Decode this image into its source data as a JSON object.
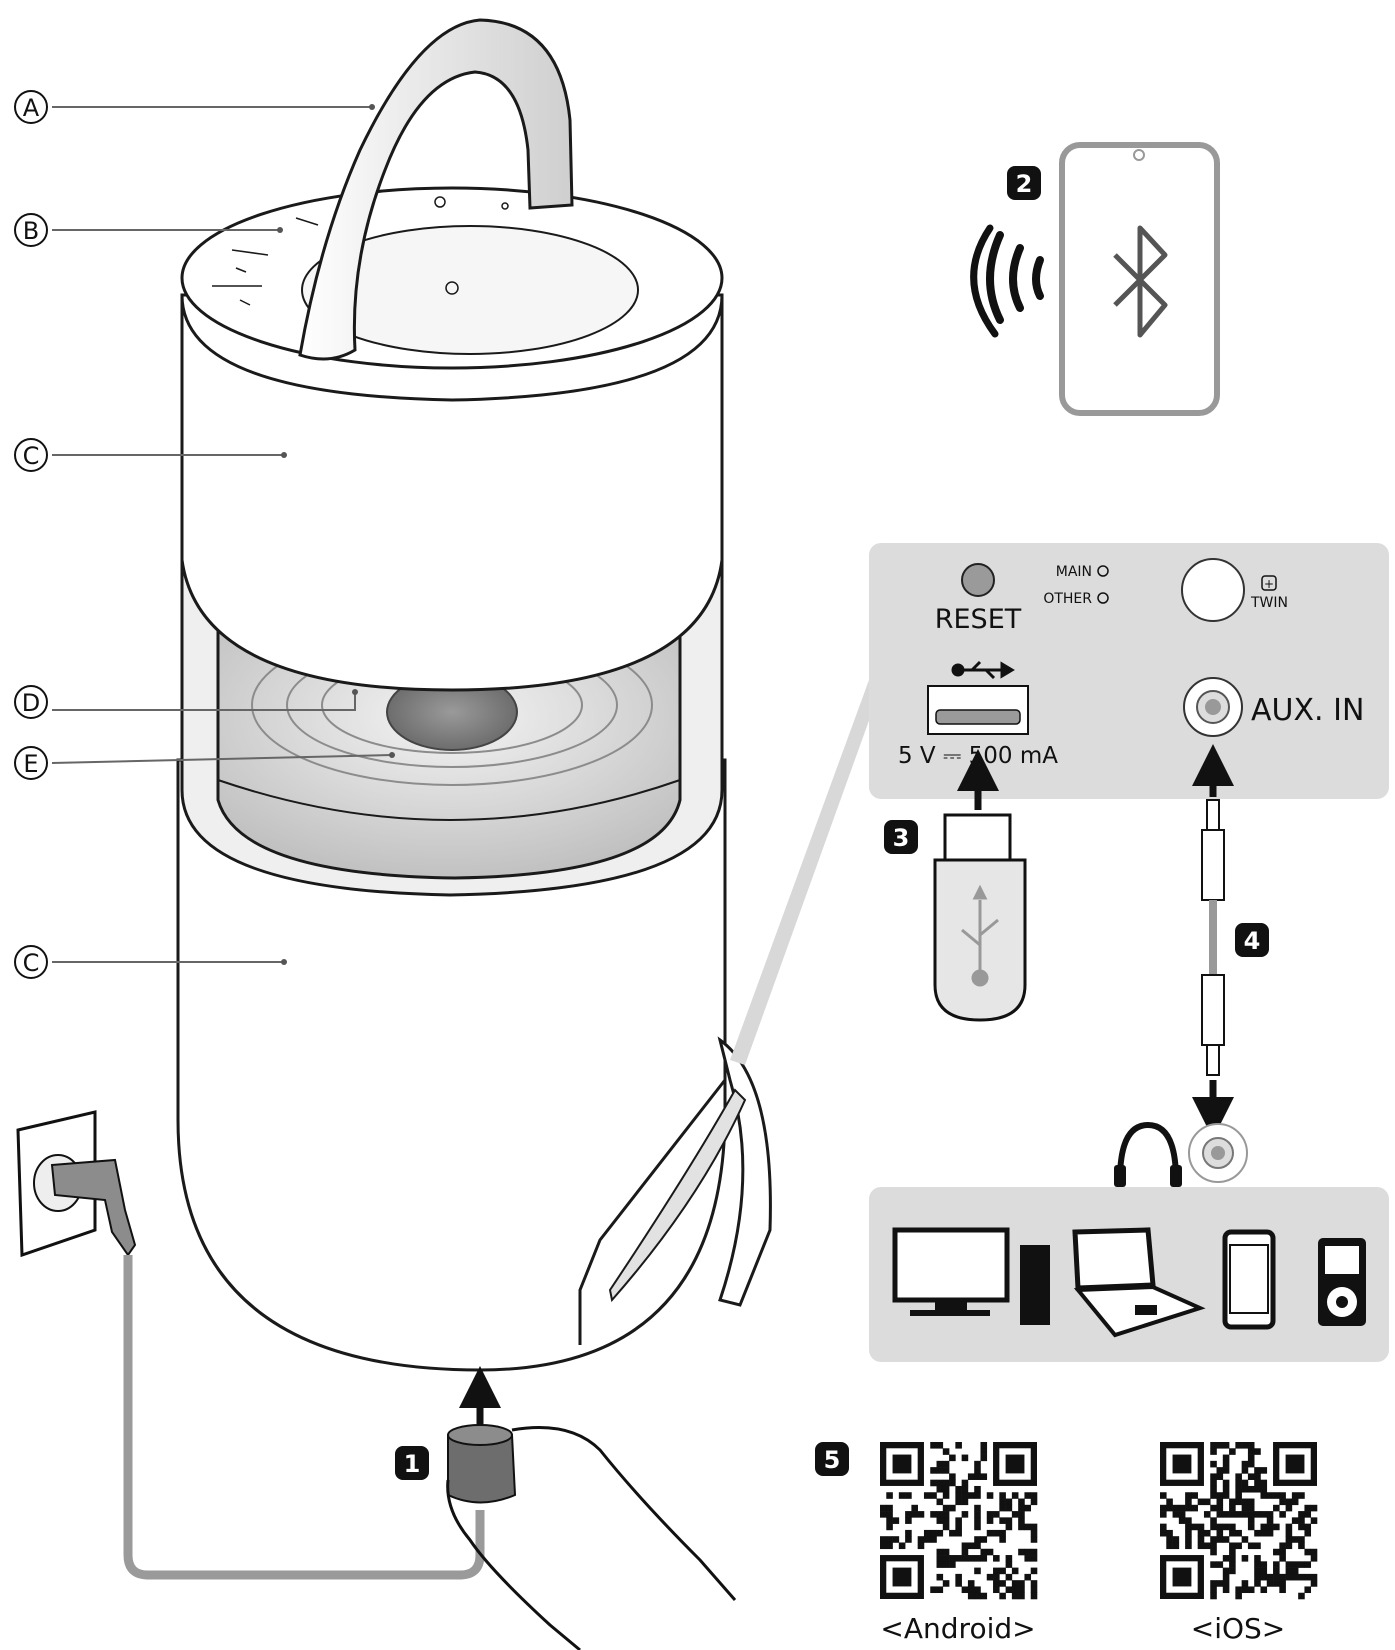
{
  "callouts": {
    "a": "A",
    "b": "B",
    "c_upper": "C",
    "d": "D",
    "e": "E",
    "c_lower": "C"
  },
  "steps": {
    "power": "1",
    "bluetooth": "2",
    "usb": "3",
    "aux": "4",
    "app": "5"
  },
  "rear_panel": {
    "reset_label": "RESET",
    "main_label": "MAIN",
    "other_label": "OTHER",
    "twin_label": "TWIN",
    "usb_rating": "5 V ⎓ 500 mA",
    "aux_label": "AUX. IN"
  },
  "qr_codes": {
    "android_label": "<Android>",
    "ios_label": "<iOS>"
  },
  "icons": [
    "bluetooth-icon",
    "usb-icon",
    "headphones-icon",
    "tv-icon",
    "laptop-icon",
    "smartphone-icon",
    "media-player-icon",
    "qr-code-android",
    "qr-code-ios"
  ],
  "colors": {
    "panel_gray": "#dcdcdc",
    "line": "#1a1a1a",
    "accent_gray": "#9a9a9a"
  }
}
